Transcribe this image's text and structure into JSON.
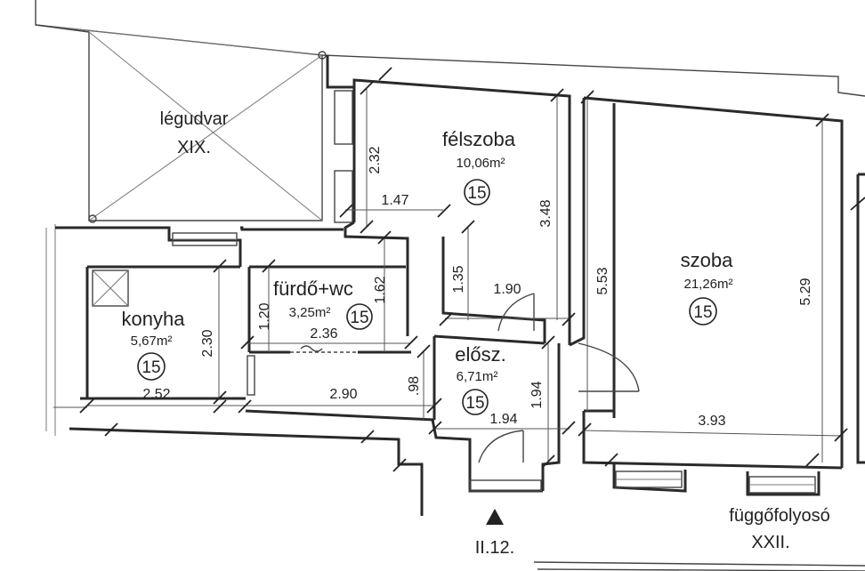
{
  "plan": {
    "courtyard": {
      "name": "légudvar",
      "number": "XIX."
    },
    "corridor": {
      "name": "függőfolyosó",
      "number": "XXII."
    },
    "entrance_label": "II.12.",
    "rooms": [
      {
        "id": "felszoba",
        "name": "félszoba",
        "area": "10,06m²",
        "marker": "15"
      },
      {
        "id": "szoba",
        "name": "szoba",
        "area": "21,26m²",
        "marker": "15"
      },
      {
        "id": "konyha",
        "name": "konyha",
        "area": "5,67m²",
        "marker": "15"
      },
      {
        "id": "furdo",
        "name": "fürdő+wc",
        "area": "3,25m²",
        "marker": "15"
      },
      {
        "id": "elosz",
        "name": "elősz.",
        "area": "6,71m²",
        "marker": "15"
      }
    ],
    "dimensions": {
      "d232": "2.32",
      "d147": "1.47",
      "d348": "3.48",
      "d135": "1.35",
      "d190": "1.90",
      "d553": "5.53",
      "d529": "5.29",
      "d120": "1.20",
      "d162": "1.62",
      "d236": "2.36",
      "d230": "2.30",
      "d252": "2.52",
      "d290": "2.90",
      "d098": ".98",
      "d194a": "1.94",
      "d194b": "1.94",
      "d393": "3.93"
    },
    "colors": {
      "line": "#2a2a2a",
      "paper": "#ffffff"
    }
  }
}
